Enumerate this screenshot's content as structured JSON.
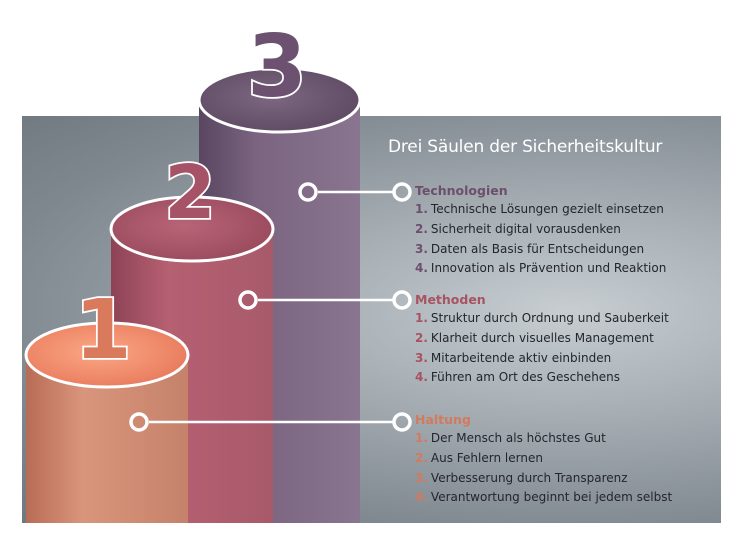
{
  "title": "Drei Säulen der Sicherheitskultur",
  "pillars": [
    {
      "number": "1",
      "color": "#e58b72"
    },
    {
      "number": "2",
      "color": "#a95566"
    },
    {
      "number": "3",
      "color": "#6e566e"
    }
  ],
  "sections": {
    "technologien": {
      "heading": "Technologien",
      "items": [
        {
          "num": "1.",
          "text": "Technische Lösungen gezielt einsetzen"
        },
        {
          "num": "2.",
          "text": "Sicherheit digital vorausdenken"
        },
        {
          "num": "3.",
          "text": "Daten als Basis für Entscheidungen"
        },
        {
          "num": "4.",
          "text": "Innovation als Prävention und Reaktion"
        }
      ]
    },
    "methoden": {
      "heading": "Methoden",
      "items": [
        {
          "num": "1.",
          "text": "Struktur durch Ordnung und Sauberkeit"
        },
        {
          "num": "2.",
          "text": "Klarheit durch visuelles Management"
        },
        {
          "num": "3.",
          "text": "Mitarbeitende aktiv einbinden"
        },
        {
          "num": "4.",
          "text": "Führen am Ort des Geschehens"
        }
      ]
    },
    "haltung": {
      "heading": "Haltung",
      "items": [
        {
          "num": "1.",
          "text": "Der Mensch als höchstes Gut"
        },
        {
          "num": "2.",
          "text": "Aus Fehlern lernen"
        },
        {
          "num": "3.",
          "text": "Verbesserung durch Transparenz"
        },
        {
          "num": "4.",
          "text": "Verantwortung beginnt bei jedem selbst"
        }
      ]
    }
  }
}
